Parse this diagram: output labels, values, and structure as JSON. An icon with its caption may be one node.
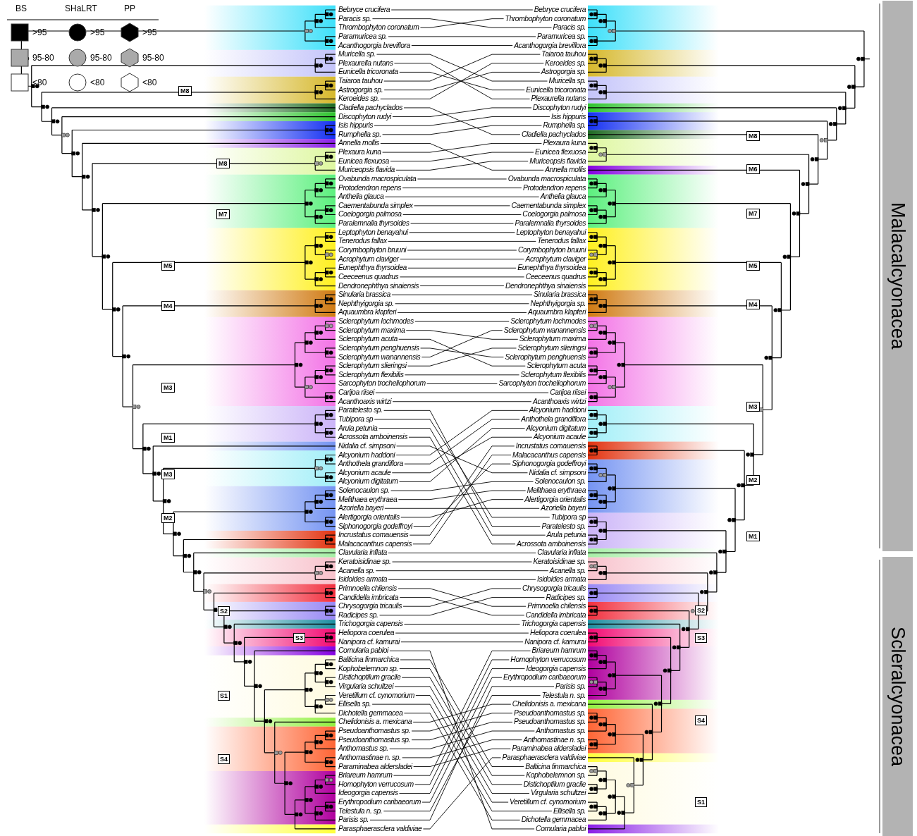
{
  "diagram": {
    "nodes": [
      {
        "text": [
          "Bebryce crucifera"
        ]
      },
      {
        "text": [
          "Paracis sp."
        ]
      },
      {
        "text": [
          "Thrombophyton coronatum"
        ]
      },
      {
        "text": [
          "Paramuricea sp."
        ]
      },
      {
        "text": [
          "Acanthogorgia breviflora"
        ]
      },
      {
        "text": [
          "Muricella sp."
        ]
      },
      {
        "text": [
          "Plexaurella nutans"
        ]
      },
      {
        "text": [
          "Eunicella tricoronata"
        ]
      },
      {
        "text": [
          "Taiaroa tauhou"
        ]
      },
      {
        "text": [
          "Astrogorgia sp."
        ]
      },
      {
        "text": [
          "Keroeides sp."
        ]
      },
      {
        "text": [
          "Cladiella pachyclados"
        ]
      },
      {
        "text": [
          "Discophyton rudyi"
        ]
      },
      {
        "text": [
          "Isis hippuris"
        ]
      },
      {
        "text": [
          "Rumphella sp."
        ]
      },
      {
        "text": [
          "Annella mollis"
        ]
      },
      {
        "text": [
          "Plexaura kuna"
        ]
      },
      {
        "text": [
          "Eunicea flexuosa"
        ]
      },
      {
        "text": [
          "Muriceopsis flavida"
        ]
      },
      {
        "text": [
          "Ovabunda macrospiculata"
        ]
      },
      {
        "text": [
          "Protodendron repens"
        ]
      },
      {
        "text": [
          "Anthelia glauca"
        ]
      },
      {
        "text": [
          "Caementabunda simplex"
        ]
      },
      {
        "text": [
          "Coelogorgia palmosa"
        ]
      },
      {
        "text": [
          "Paralemnalia thyrsoides"
        ]
      },
      {
        "text": [
          "Leptophyton benayahui"
        ]
      },
      {
        "text": [
          "Tenerodus fallax"
        ]
      },
      {
        "text": [
          "Corymbophyton bruuni"
        ]
      },
      {
        "text": [
          "Acrophytum claviger"
        ]
      },
      {
        "text": [
          "Eunephthya thyrsoidea"
        ]
      },
      {
        "text": [
          "Ceeceenus quadrus"
        ]
      },
      {
        "text": [
          "Dendronephthya sinaiensis"
        ]
      },
      {
        "text": [
          "Sinularia brassica"
        ]
      },
      {
        "text": [
          "Nephthyigorgia sp."
        ]
      },
      {
        "text": [
          "Aquaumbra klapferi"
        ]
      },
      {
        "text": [
          "Sclerophytum lochmodes"
        ]
      },
      {
        "text": [
          "Sclerophytum maxima"
        ]
      },
      {
        "text": [
          "Sclerophytum acuta"
        ]
      },
      {
        "text": [
          "Sclerophytum penghuensis"
        ]
      },
      {
        "text": [
          "Sclerophytum wanannensis"
        ]
      },
      {
        "text": [
          "Sclerophytum slieringsi"
        ]
      },
      {
        "text": [
          "Sclerophytum flexibilis"
        ]
      },
      {
        "text": [
          "Sarcophyton trocheliophorum"
        ]
      },
      {
        "text": [
          "Carijoa riisei"
        ]
      },
      {
        "text": [
          "Acanthoaxis wirtzi"
        ]
      },
      {
        "text": [
          "Paratelesto sp."
        ]
      },
      {
        "text": [
          "Tubipora sp"
        ]
      },
      {
        "text": [
          "Arula petunia"
        ]
      },
      {
        "text": [
          "Acrossota amboinensis"
        ]
      },
      {
        "text": [
          "Nidalia cf. simpsoni"
        ]
      },
      {
        "text": [
          "Alcyonium haddoni"
        ]
      },
      {
        "text": [
          "Anthothela grandiflora"
        ]
      },
      {
        "text": [
          "Alcyonium acaule"
        ]
      },
      {
        "text": [
          "Alcyonium digitatum"
        ]
      },
      {
        "text": [
          "Solenocaulon sp."
        ]
      },
      {
        "text": [
          "Melithaea erythraea"
        ]
      },
      {
        "text": [
          "Azoriella bayeri"
        ]
      },
      {
        "text": [
          "Alertigorgia orientalis"
        ]
      },
      {
        "text": [
          "Siphonogorgia godeffroyi"
        ]
      },
      {
        "text": [
          "Incrustatus comauensis"
        ]
      },
      {
        "text": [
          "Malacacanthus capensis"
        ]
      },
      {
        "text": [
          "Clavularia inflata"
        ]
      },
      {
        "text": [
          "Keratoisidinae sp."
        ]
      },
      {
        "text": [
          "Acanella sp."
        ]
      },
      {
        "text": [
          "Isidoides armata"
        ]
      },
      {
        "text": [
          "Primnoella chilensis"
        ]
      },
      {
        "text": [
          "Candidella imbricata"
        ]
      },
      {
        "text": [
          "Chrysogorgia tricaulis"
        ]
      },
      {
        "text": [
          "Radicipes sp."
        ]
      },
      {
        "text": [
          "Trichogorgia capensis"
        ]
      },
      {
        "text": [
          "Heliopora coerulea"
        ]
      },
      {
        "text": [
          "Nanipora cf. kamurai"
        ]
      },
      {
        "text": [
          "Cornularia pabloi"
        ]
      },
      {
        "text": [
          "Balticina finmarchica"
        ]
      },
      {
        "text": [
          "Kophobelemnon sp."
        ]
      },
      {
        "text": [
          "Distichoptilum gracile"
        ]
      },
      {
        "text": [
          "Virgularia schultzei"
        ]
      },
      {
        "text": [
          "Veretillum cf. cynomorium"
        ]
      },
      {
        "text": [
          "Ellisella sp."
        ]
      },
      {
        "text": [
          "Dichotella gemmacea"
        ]
      },
      {
        "text": [
          "Chelidonisis a. mexicana"
        ]
      },
      {
        "text": [
          "Pseudoanthomastus sp."
        ]
      },
      {
        "text": [
          "Pseudoanthomastus sp."
        ]
      },
      {
        "text": [
          "Anthomastus sp."
        ]
      },
      {
        "text": [
          "Anthomastinae n. sp."
        ]
      },
      {
        "text": [
          "Paraminabea aldersladei"
        ]
      },
      {
        "text": [
          "Briareum hamrum"
        ]
      },
      {
        "text": [
          "Homophyton verrucosum"
        ]
      },
      {
        "text": [
          "Ideogorgia capensis"
        ]
      },
      {
        "text": [
          "Erythropodium caribaeorum"
        ]
      },
      {
        "text": [
          "Telestula n. sp."
        ]
      },
      {
        "text": [
          "Parisis sp."
        ]
      },
      {
        "text": [
          "Parasphaerasclera valdiviae"
        ]
      },
      {
        "text": [
          "Bebryce crucifera"
        ]
      },
      {
        "text": [
          "Thrombophyton coronatum"
        ]
      },
      {
        "text": [
          "Paracis sp."
        ]
      },
      {
        "text": [
          "Paramuricea sp."
        ]
      },
      {
        "text": [
          "Acanthogorgia breviflora"
        ]
      },
      {
        "text": [
          "Taiaroa tauhou"
        ]
      },
      {
        "text": [
          "Keroeides sp."
        ]
      },
      {
        "text": [
          "Astrogorgia sp."
        ]
      },
      {
        "text": [
          "Muricella sp."
        ]
      },
      {
        "text": [
          "Eunicella tricoronata"
        ]
      },
      {
        "text": [
          "Plexaurella nutans"
        ]
      },
      {
        "text": [
          "Discophyton rudyi"
        ]
      },
      {
        "text": [
          "Isis hippuris"
        ]
      },
      {
        "text": [
          "Rumphella sp."
        ]
      },
      {
        "text": [
          "Cladiella pachyclados"
        ]
      },
      {
        "text": [
          "Plexaura kuna"
        ]
      },
      {
        "text": [
          "Eunicea flexuosa"
        ]
      },
      {
        "text": [
          "Muriceopsis flavida"
        ]
      },
      {
        "text": [
          "Annella mollis"
        ]
      },
      {
        "text": [
          "Ovabunda macrospiculata"
        ]
      },
      {
        "text": [
          "Protodendron repens"
        ]
      },
      {
        "text": [
          "Anthelia glauca"
        ]
      },
      {
        "text": [
          "Caementabunda simplex"
        ]
      },
      {
        "text": [
          "Coelogorgia palmosa"
        ]
      },
      {
        "text": [
          "Paralemnalia thyrsoides"
        ]
      },
      {
        "text": [
          "Leptophyton benayahui"
        ]
      },
      {
        "text": [
          "Tenerodus fallax"
        ]
      },
      {
        "text": [
          "Corymbophyton bruuni"
        ]
      },
      {
        "text": [
          "Acrophytum claviger"
        ]
      },
      {
        "text": [
          "Eunephthya thyrsoidea"
        ]
      },
      {
        "text": [
          "Ceeceenus quadrus"
        ]
      },
      {
        "text": [
          "Dendronephthya sinaiensis"
        ]
      },
      {
        "text": [
          "Sinularia brassica"
        ]
      },
      {
        "text": [
          "Nephthyigorgia sp."
        ]
      },
      {
        "text": [
          "Aquaumbra klapferi"
        ]
      },
      {
        "text": [
          "Sclerophytum lochmodes"
        ]
      },
      {
        "text": [
          "Sclerophytum wanannensis"
        ]
      },
      {
        "text": [
          "Sclerophytum maxima"
        ]
      },
      {
        "text": [
          "Sclerophytum slieringsi"
        ]
      },
      {
        "text": [
          "Sclerophytum penghuensis"
        ]
      },
      {
        "text": [
          "Sclerophytum acuta"
        ]
      },
      {
        "text": [
          "Sclerophytum flexibilis"
        ]
      },
      {
        "text": [
          "Sarcophyton trocheliophorum"
        ]
      },
      {
        "text": [
          "Carijoa riisei"
        ]
      },
      {
        "text": [
          "Acanthoaxis wirtzi"
        ]
      },
      {
        "text": [
          "Alcyonium haddoni"
        ]
      },
      {
        "text": [
          "Anthothela grandiflora"
        ]
      },
      {
        "text": [
          "Alcyonium digitatum"
        ]
      },
      {
        "text": [
          "Alcyonium acaule"
        ]
      },
      {
        "text": [
          "Incrustatus comauensis"
        ]
      },
      {
        "text": [
          "Malacacanthus capensis"
        ]
      },
      {
        "text": [
          "Siphonogorgia godeffroyi"
        ]
      },
      {
        "text": [
          "Nidalia cf. simpsoni"
        ]
      },
      {
        "text": [
          "Solenocaulon sp."
        ]
      },
      {
        "text": [
          "Melithaea erythraea"
        ]
      },
      {
        "text": [
          "Alertigorgia orientalis"
        ]
      },
      {
        "text": [
          "Azoriella bayeri"
        ]
      },
      {
        "text": [
          "Tubipora sp"
        ]
      },
      {
        "text": [
          "Paratelesto sp."
        ]
      },
      {
        "text": [
          "Arula petunia"
        ]
      },
      {
        "text": [
          "Acrossota amboinensis"
        ]
      },
      {
        "text": [
          "Clavularia inflata"
        ]
      },
      {
        "text": [
          "Keratoisidinae sp."
        ]
      },
      {
        "text": [
          "Acanella sp."
        ]
      },
      {
        "text": [
          "Isidoides armata"
        ]
      },
      {
        "text": [
          "Chrysogorgia tricaulis"
        ]
      },
      {
        "text": [
          "Radicipes sp."
        ]
      },
      {
        "text": [
          "Primnoella chilensis"
        ]
      },
      {
        "text": [
          "Candidella imbricata"
        ]
      },
      {
        "text": [
          "Trichogorgia capensis"
        ]
      },
      {
        "text": [
          "Heliopora coerulea"
        ]
      },
      {
        "text": [
          "Nanipora cf. kamurai"
        ]
      },
      {
        "text": [
          "Briareum hamrum"
        ]
      },
      {
        "text": [
          "Homophyton verrucosum"
        ]
      },
      {
        "text": [
          "Ideogorgia capensis"
        ]
      },
      {
        "text": [
          "Erythropodium caribaeorum"
        ]
      },
      {
        "text": [
          "Parisis sp."
        ]
      },
      {
        "text": [
          "Telestula n. sp."
        ]
      },
      {
        "text": [
          "Chelidonisis a. mexicana"
        ]
      },
      {
        "text": [
          "Pseudoanthomastus sp."
        ]
      },
      {
        "text": [
          "Pseudoanthomastus sp."
        ]
      },
      {
        "text": [
          "Anthomastus sp."
        ]
      },
      {
        "text": [
          "Anthomastinae n. sp."
        ]
      },
      {
        "text": [
          "Paraminabea aldersladei"
        ]
      },
      {
        "text": [
          "Parasphaerasclera valdiviae"
        ]
      },
      {
        "text": [
          "Balticina finmarchica"
        ]
      },
      {
        "text": [
          "Kophobelemnon sp."
        ]
      },
      {
        "text": [
          "Distichoptilum gracile"
        ]
      },
      {
        "text": [
          "Virgularia schultzei"
        ]
      },
      {
        "text": [
          "Veretillum cf. cynomorium"
        ]
      },
      {
        "text": [
          "Ellisella sp."
        ]
      },
      {
        "text": [
          "Dichotella gemmacea"
        ]
      },
      {
        "text": [
          "Cornularia pabloi"
        ]
      },
      {
        "text": [
          "Malacalcyonacea"
        ]
      },
      {
        "text": [
          "Scleralcyonacea"
        ]
      }
    ],
    "edges": [
      {
        "from": 0,
        "to": 93,
        "arrow": "none"
      },
      {
        "from": 1,
        "to": 95,
        "arrow": "none"
      },
      {
        "from": 2,
        "to": 94,
        "arrow": "none"
      },
      {
        "from": 3,
        "to": 96,
        "arrow": "none"
      },
      {
        "from": 4,
        "to": 97,
        "arrow": "none"
      },
      {
        "from": 5,
        "to": 101,
        "arrow": "none"
      },
      {
        "from": 6,
        "to": 103,
        "arrow": "none"
      },
      {
        "from": 7,
        "to": 102,
        "arrow": "none"
      },
      {
        "from": 8,
        "to": 98,
        "arrow": "none"
      },
      {
        "from": 9,
        "to": 100,
        "arrow": "none"
      },
      {
        "from": 10,
        "to": 99,
        "arrow": "none"
      },
      {
        "from": 11,
        "to": 107,
        "arrow": "none"
      },
      {
        "from": 12,
        "to": 104,
        "arrow": "none"
      },
      {
        "from": 13,
        "to": 105,
        "arrow": "none"
      },
      {
        "from": 14,
        "to": 106,
        "arrow": "none"
      },
      {
        "from": 15,
        "to": 111,
        "arrow": "none"
      },
      {
        "from": 16,
        "to": 108,
        "arrow": "none"
      },
      {
        "from": 17,
        "to": 109,
        "arrow": "none"
      },
      {
        "from": 18,
        "to": 110,
        "arrow": "none"
      },
      {
        "from": 19,
        "to": 112,
        "arrow": "none"
      },
      {
        "from": 20,
        "to": 113,
        "arrow": "none"
      },
      {
        "from": 21,
        "to": 114,
        "arrow": "none"
      },
      {
        "from": 22,
        "to": 115,
        "arrow": "none"
      },
      {
        "from": 23,
        "to": 116,
        "arrow": "none"
      },
      {
        "from": 24,
        "to": 117,
        "arrow": "none"
      },
      {
        "from": 25,
        "to": 118,
        "arrow": "none"
      },
      {
        "from": 26,
        "to": 119,
        "arrow": "none"
      },
      {
        "from": 27,
        "to": 120,
        "arrow": "none"
      },
      {
        "from": 28,
        "to": 121,
        "arrow": "none"
      },
      {
        "from": 29,
        "to": 122,
        "arrow": "none"
      },
      {
        "from": 30,
        "to": 123,
        "arrow": "none"
      },
      {
        "from": 31,
        "to": 124,
        "arrow": "none"
      },
      {
        "from": 32,
        "to": 125,
        "arrow": "none"
      },
      {
        "from": 33,
        "to": 126,
        "arrow": "none"
      },
      {
        "from": 34,
        "to": 127,
        "arrow": "none"
      },
      {
        "from": 35,
        "to": 128,
        "arrow": "none"
      },
      {
        "from": 36,
        "to": 130,
        "arrow": "none"
      },
      {
        "from": 37,
        "to": 133,
        "arrow": "none"
      },
      {
        "from": 38,
        "to": 132,
        "arrow": "none"
      },
      {
        "from": 39,
        "to": 129,
        "arrow": "none"
      },
      {
        "from": 40,
        "to": 131,
        "arrow": "none"
      },
      {
        "from": 41,
        "to": 134,
        "arrow": "none"
      },
      {
        "from": 42,
        "to": 135,
        "arrow": "none"
      },
      {
        "from": 43,
        "to": 136,
        "arrow": "none"
      },
      {
        "from": 44,
        "to": 137,
        "arrow": "none"
      },
      {
        "from": 45,
        "to": 151,
        "arrow": "none"
      },
      {
        "from": 46,
        "to": 150,
        "arrow": "none"
      },
      {
        "from": 47,
        "to": 152,
        "arrow": "none"
      },
      {
        "from": 48,
        "to": 153,
        "arrow": "none"
      },
      {
        "from": 49,
        "to": 145,
        "arrow": "none"
      },
      {
        "from": 50,
        "to": 138,
        "arrow": "none"
      },
      {
        "from": 51,
        "to": 139,
        "arrow": "none"
      },
      {
        "from": 52,
        "to": 141,
        "arrow": "none"
      },
      {
        "from": 53,
        "to": 140,
        "arrow": "none"
      },
      {
        "from": 54,
        "to": 146,
        "arrow": "none"
      },
      {
        "from": 55,
        "to": 147,
        "arrow": "none"
      },
      {
        "from": 56,
        "to": 149,
        "arrow": "none"
      },
      {
        "from": 57,
        "to": 148,
        "arrow": "none"
      },
      {
        "from": 58,
        "to": 144,
        "arrow": "none"
      },
      {
        "from": 59,
        "to": 142,
        "arrow": "none"
      },
      {
        "from": 60,
        "to": 143,
        "arrow": "none"
      },
      {
        "from": 61,
        "to": 154,
        "arrow": "none"
      },
      {
        "from": 62,
        "to": 155,
        "arrow": "none"
      },
      {
        "from": 63,
        "to": 156,
        "arrow": "none"
      },
      {
        "from": 64,
        "to": 157,
        "arrow": "none"
      },
      {
        "from": 65,
        "to": 160,
        "arrow": "none"
      },
      {
        "from": 66,
        "to": 161,
        "arrow": "none"
      },
      {
        "from": 67,
        "to": 158,
        "arrow": "none"
      },
      {
        "from": 68,
        "to": 159,
        "arrow": "none"
      },
      {
        "from": 69,
        "to": 162,
        "arrow": "none"
      },
      {
        "from": 70,
        "to": 163,
        "arrow": "none"
      },
      {
        "from": 71,
        "to": 164,
        "arrow": "none"
      },
      {
        "from": 72,
        "to": 185,
        "arrow": "none"
      },
      {
        "from": 73,
        "to": 178,
        "arrow": "none"
      },
      {
        "from": 74,
        "to": 179,
        "arrow": "none"
      },
      {
        "from": 75,
        "to": 180,
        "arrow": "none"
      },
      {
        "from": 76,
        "to": 181,
        "arrow": "none"
      },
      {
        "from": 77,
        "to": 182,
        "arrow": "none"
      },
      {
        "from": 78,
        "to": 183,
        "arrow": "none"
      },
      {
        "from": 79,
        "to": 184,
        "arrow": "none"
      },
      {
        "from": 80,
        "to": 171,
        "arrow": "none"
      },
      {
        "from": 81,
        "to": 172,
        "arrow": "none"
      },
      {
        "from": 82,
        "to": 173,
        "arrow": "none"
      },
      {
        "from": 83,
        "to": 174,
        "arrow": "none"
      },
      {
        "from": 84,
        "to": 175,
        "arrow": "none"
      },
      {
        "from": 85,
        "to": 176,
        "arrow": "none"
      },
      {
        "from": 86,
        "to": 165,
        "arrow": "none"
      },
      {
        "from": 87,
        "to": 166,
        "arrow": "none"
      },
      {
        "from": 88,
        "to": 167,
        "arrow": "none"
      },
      {
        "from": 89,
        "to": 168,
        "arrow": "none"
      },
      {
        "from": 90,
        "to": 170,
        "arrow": "none"
      },
      {
        "from": 91,
        "to": 169,
        "arrow": "none"
      },
      {
        "from": 92,
        "to": 177,
        "arrow": "none"
      }
    ],
    "labels": [
      "BS",
      "SHaLRT",
      "PP",
      "M8",
      "M8",
      "M7",
      "M5",
      "M4",
      "M3",
      "M1",
      "M3",
      "M2",
      "S2",
      "S3",
      "S1",
      "S4",
      "M8",
      "M6",
      "M7",
      "M5",
      "M4",
      "M3",
      "M2",
      "M1",
      "S2",
      "S3",
      "S4",
      "S1"
    ],
    "legend": [
      {
        "text": ">95"
      },
      {
        "text": ">95"
      },
      {
        "text": ">95"
      },
      {
        "text": "95-80"
      },
      {
        "text": "95-80"
      },
      {
        "text": "95-80"
      },
      {
        "text": "<80"
      },
      {
        "text": "<80"
      },
      {
        "text": "<80"
      }
    ]
  }
}
